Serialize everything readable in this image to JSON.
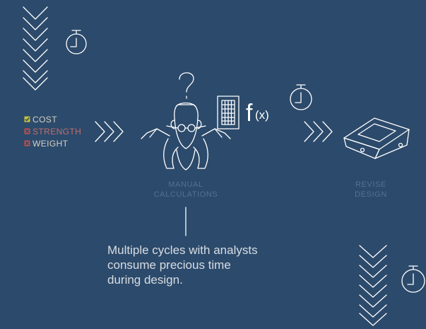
{
  "colors": {
    "background": "#2c4a6b",
    "line": "#ffffff",
    "check": "#c9c23a",
    "cross": "#c8504a",
    "criteria_text": "#d4d2c4",
    "caption_text": "#55718f"
  },
  "icons": [
    "chevron-stack",
    "stopwatch",
    "question-mark",
    "calculator",
    "function-symbol",
    "beam-block"
  ],
  "criteria": [
    {
      "label": "COST",
      "status": "check"
    },
    {
      "label": "STRENGTH",
      "status": "cross"
    },
    {
      "label": "WEIGHT",
      "status": "cross"
    }
  ],
  "function_symbol": {
    "f": "f",
    "args": "(x)"
  },
  "question_mark": "?",
  "manual": {
    "line1": "MANUAL",
    "line2": "CALCULATIONS"
  },
  "revise": {
    "line1": "REVISE",
    "line2": "DESIGN"
  },
  "note": {
    "line1": "Multiple cycles with analysts",
    "line2": "consume precious time",
    "line3": "during design."
  }
}
